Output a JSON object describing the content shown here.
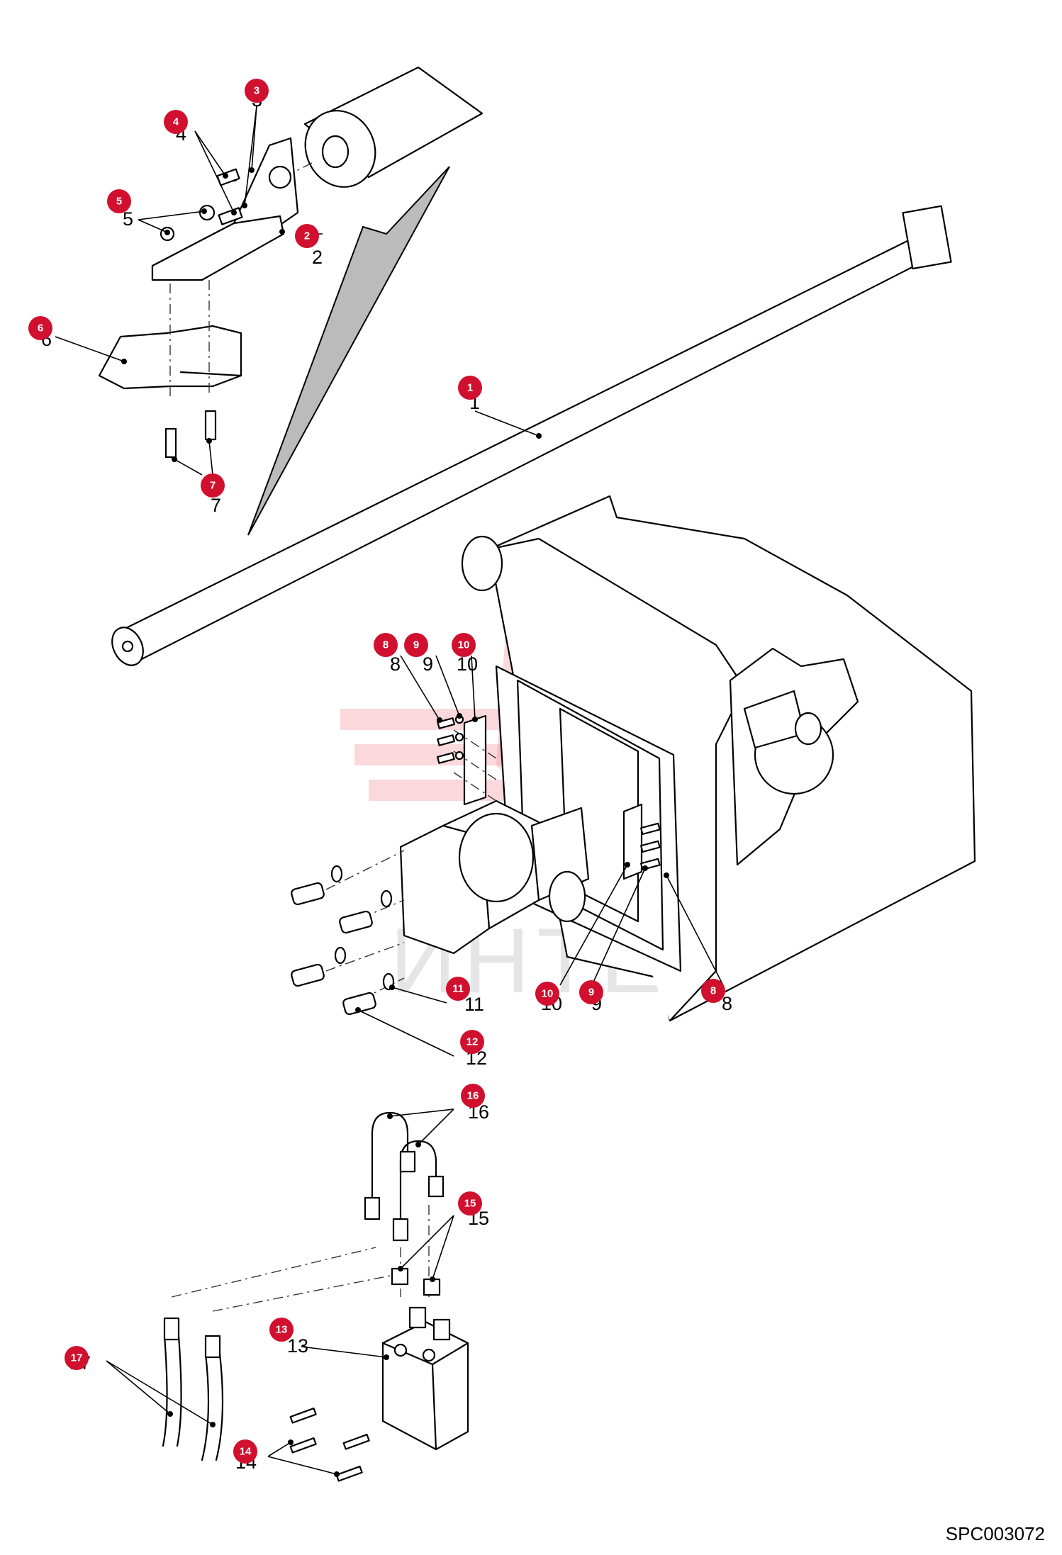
{
  "drawing_code": "SPC003072",
  "watermark_text": "ИНТЕХ",
  "badge_color": "#d0102e",
  "callouts": [
    {
      "id": "c1",
      "label": "1"
    },
    {
      "id": "c2",
      "label": "2"
    },
    {
      "id": "c3",
      "label": "3"
    },
    {
      "id": "c4",
      "label": "4"
    },
    {
      "id": "c5",
      "label": "5"
    },
    {
      "id": "c6",
      "label": "6"
    },
    {
      "id": "c7",
      "label": "7"
    },
    {
      "id": "c8a",
      "label": "8"
    },
    {
      "id": "c9a",
      "label": "9"
    },
    {
      "id": "c10a",
      "label": "10"
    },
    {
      "id": "c8b",
      "label": "8"
    },
    {
      "id": "c9b",
      "label": "9"
    },
    {
      "id": "c10b",
      "label": "10"
    },
    {
      "id": "c11",
      "label": "11"
    },
    {
      "id": "c12",
      "label": "12"
    },
    {
      "id": "c13",
      "label": "13"
    },
    {
      "id": "c14",
      "label": "14"
    },
    {
      "id": "c15",
      "label": "15"
    },
    {
      "id": "c16",
      "label": "16"
    },
    {
      "id": "c17",
      "label": "17"
    }
  ]
}
